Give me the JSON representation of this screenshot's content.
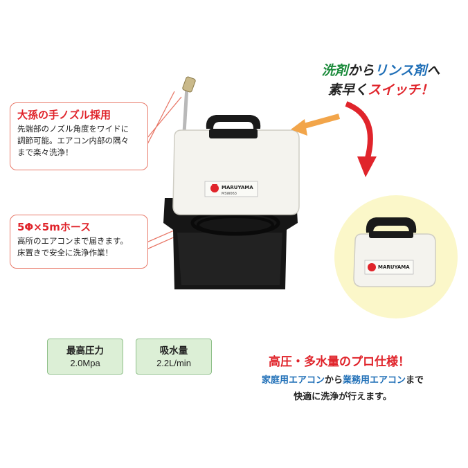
{
  "headline": {
    "part1": "洗剤",
    "part2": "から",
    "part3": "リンス剤",
    "part4": "へ",
    "part5": "素早く",
    "part6": "スイッチ！"
  },
  "callout_nozzle": {
    "title": "大孫の手ノズル採用",
    "body": [
      "先端部のノズル角度をワイドに",
      "調節可能。エアコン内部の隅々",
      "まで楽々洗浄！"
    ]
  },
  "callout_hose": {
    "title": "5Φ×5mホース",
    "body": [
      "高所のエアコンまで届きます。",
      "床置きで安全に洗浄作業！"
    ]
  },
  "product": {
    "brand": "MARUYAMA",
    "model": "MSW063"
  },
  "specs": [
    {
      "title": "最高圧力",
      "value": "2.0Mpa"
    },
    {
      "title": "吸水量",
      "value": "2.2L/min"
    }
  ],
  "tagline": {
    "pro": "高圧・多水量のプロ仕様！",
    "line2_a": "家庭用エアコン",
    "line2_b": "から",
    "line2_c": "業務用エアコン",
    "line2_d": "まで",
    "line3": "快適に洗浄が行えます。"
  },
  "colors": {
    "accent_red": "#e0242b",
    "accent_blue": "#1f6fb7",
    "accent_green": "#1a8a3a",
    "inset_bg": "#fbf7c9"
  }
}
